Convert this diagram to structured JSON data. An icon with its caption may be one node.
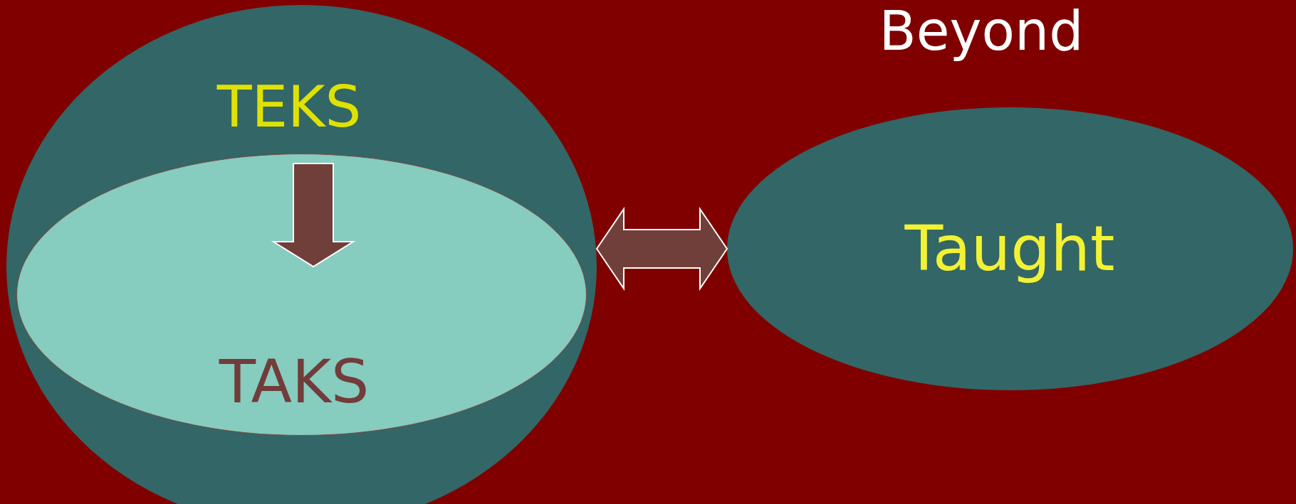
{
  "diagram": {
    "nodes": [
      {
        "text": [
          "TEKS"
        ]
      },
      {
        "text": [
          "TAKS"
        ],
        "in": 0
      },
      {
        "text": [
          "Taught"
        ]
      }
    ],
    "edges": [
      {
        "from": 0,
        "to": 1,
        "arrow": "to"
      },
      {
        "from": 0,
        "to": 2,
        "arrow": "both"
      }
    ],
    "labels": [
      "Beyond"
    ]
  }
}
